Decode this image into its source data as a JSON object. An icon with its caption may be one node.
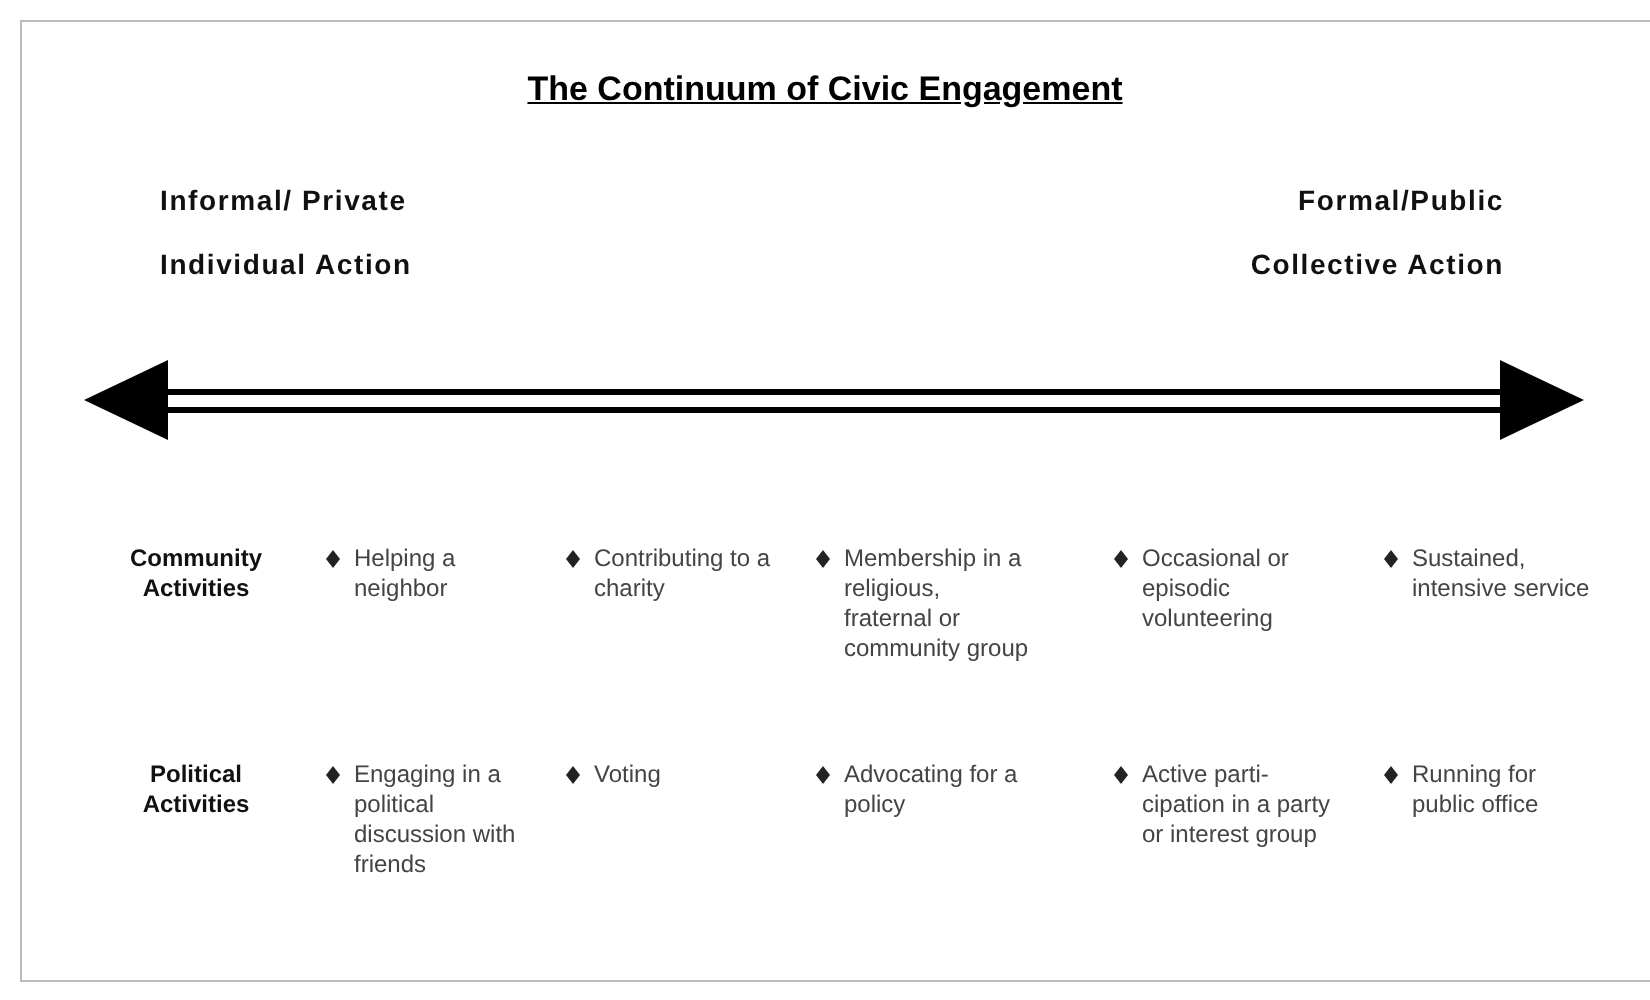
{
  "diagram": {
    "title": "The Continuum of Civic Engagement",
    "labels": [
      "Informal/ Private",
      "Formal/Public",
      "Individual Action",
      "Collective Action",
      "Community Activities",
      "Helping a neighbor",
      "Contributing to a charity",
      "Membership in a religious, fraternal or community group",
      "Occasional or episodic volunteering",
      "Sustained, intensive service",
      "Political Activities",
      "Engaging in a political discussion with friends",
      "Voting",
      "Advocating for a policy",
      "Active parti- cipation in a party or interest group",
      "Running for public office"
    ]
  }
}
